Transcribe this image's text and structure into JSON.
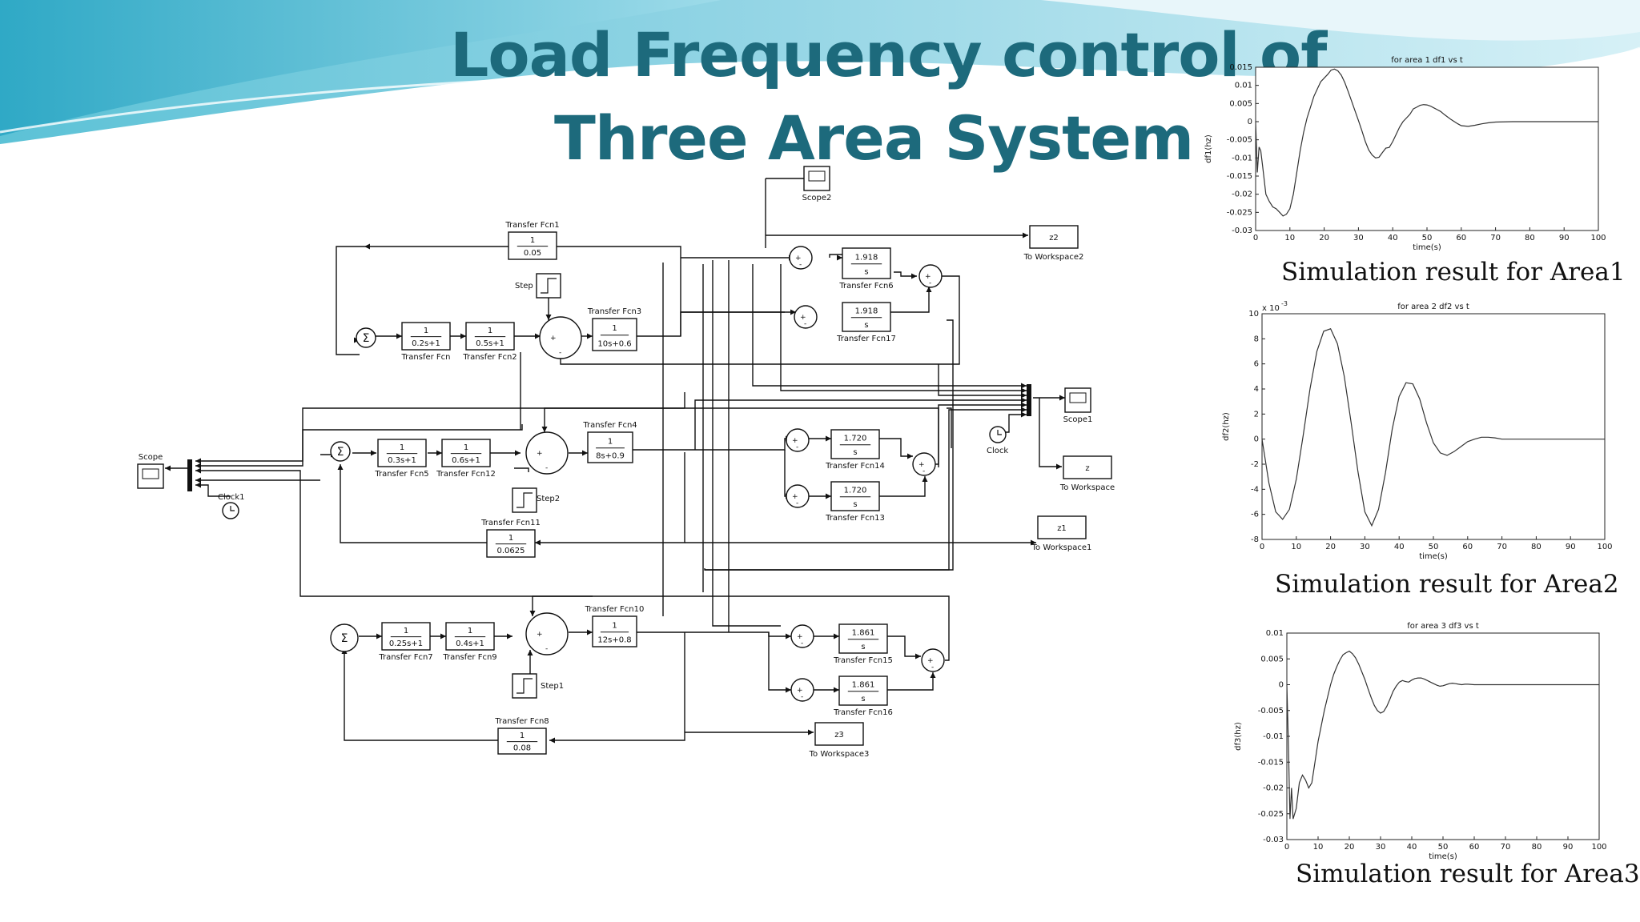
{
  "slide": {
    "title_line1": "Load Frequency control of",
    "title_line2": "Three Area System",
    "accent_color": "#1d6a7c"
  },
  "diagram": {
    "transfer_functions": [
      {
        "id": "tf1",
        "name": "Transfer Fcn1",
        "num": "1",
        "den": "0.05"
      },
      {
        "id": "tf",
        "name": "Transfer Fcn",
        "num": "1",
        "den": "0.2s+1"
      },
      {
        "id": "tf2",
        "name": "Transfer Fcn2",
        "num": "1",
        "den": "0.5s+1"
      },
      {
        "id": "tf3",
        "name": "Transfer Fcn3",
        "num": "1",
        "den": "10s+0.6"
      },
      {
        "id": "tf6",
        "name": "Transfer Fcn6",
        "num": "1.918",
        "den": "s"
      },
      {
        "id": "tf17",
        "name": "Transfer Fcn17",
        "num": "1.918",
        "den": "s"
      },
      {
        "id": "tf5",
        "name": "Transfer Fcn5",
        "num": "1",
        "den": "0.3s+1"
      },
      {
        "id": "tf12",
        "name": "Transfer Fcn12",
        "num": "1",
        "den": "0.6s+1"
      },
      {
        "id": "tf4",
        "name": "Transfer Fcn4",
        "num": "1",
        "den": "8s+0.9"
      },
      {
        "id": "tf14",
        "name": "Transfer Fcn14",
        "num": "1.720",
        "den": "s"
      },
      {
        "id": "tf13",
        "name": "Transfer Fcn13",
        "num": "1.720",
        "den": "s"
      },
      {
        "id": "tf11",
        "name": "Transfer Fcn11",
        "num": "1",
        "den": "0.0625"
      },
      {
        "id": "tf7",
        "name": "Transfer Fcn7",
        "num": "1",
        "den": "0.25s+1"
      },
      {
        "id": "tf9",
        "name": "Transfer Fcn9",
        "num": "1",
        "den": "0.4s+1"
      },
      {
        "id": "tf10",
        "name": "Transfer Fcn10",
        "num": "1",
        "den": "12s+0.8"
      },
      {
        "id": "tf15",
        "name": "Transfer Fcn15",
        "num": "1.861",
        "den": "s"
      },
      {
        "id": "tf16",
        "name": "Transfer Fcn16",
        "num": "1.861",
        "den": "s"
      },
      {
        "id": "tf8",
        "name": "Transfer Fcn8",
        "num": "1",
        "den": "0.08"
      }
    ],
    "workspaces": [
      {
        "id": "ws2",
        "var": "z2",
        "name": "To Workspace2"
      },
      {
        "id": "ws",
        "var": "z",
        "name": "To Workspace"
      },
      {
        "id": "ws1",
        "var": "z1",
        "name": "To Workspace1"
      },
      {
        "id": "ws3",
        "var": "z3",
        "name": "To Workspace3"
      }
    ],
    "scopes": [
      {
        "id": "scope2",
        "name": "Scope2"
      },
      {
        "id": "scope1",
        "name": "Scope1"
      },
      {
        "id": "scope",
        "name": "Scope"
      }
    ],
    "steps": [
      {
        "id": "step",
        "name": "Step"
      },
      {
        "id": "step2",
        "name": "Step2"
      },
      {
        "id": "step1",
        "name": "Step1"
      }
    ],
    "clocks": [
      {
        "id": "clock",
        "name": "Clock"
      },
      {
        "id": "clock1",
        "name": "Clock1"
      }
    ]
  },
  "plots": [
    {
      "id": "p1",
      "caption": "Simulation result for Area1"
    },
    {
      "id": "p2",
      "caption": "Simulation result for Area2"
    },
    {
      "id": "p3",
      "caption": "Simulation result for Area3"
    }
  ],
  "chart_data": [
    {
      "type": "line",
      "title": "for area 1 df1 vs t",
      "xlabel": "time(s)",
      "ylabel": "df1(hz)",
      "xlim": [
        0,
        100
      ],
      "ylim": [
        -0.03,
        0.015
      ],
      "xticks": [
        0,
        10,
        20,
        30,
        40,
        50,
        60,
        70,
        80,
        90,
        100
      ],
      "yticks": [
        0.015,
        0.01,
        0.005,
        0,
        -0.005,
        -0.01,
        -0.015,
        -0.02,
        -0.025,
        -0.03
      ],
      "ytick_labels": [
        "0.015",
        "0.01",
        "0.005",
        "0",
        "-0.005",
        "-0.01",
        "-0.015",
        "-0.02",
        "-0.025",
        "-0.03"
      ],
      "x": [
        0,
        0.5,
        1,
        1.5,
        2,
        3,
        4,
        5,
        6,
        7,
        8,
        9,
        10,
        11,
        12,
        13,
        14,
        15,
        16,
        17,
        18,
        19,
        20,
        21,
        22,
        23,
        24,
        25,
        26,
        27,
        28,
        29,
        30,
        31,
        32,
        33,
        34,
        35,
        36,
        37,
        38,
        39,
        40,
        41,
        42,
        43,
        44,
        45,
        46,
        47,
        48,
        49,
        50,
        51,
        52,
        53,
        54,
        55,
        56,
        57,
        58,
        59,
        60,
        62,
        64,
        66,
        68,
        70,
        75,
        80,
        85,
        90,
        95,
        100
      ],
      "y": [
        0,
        -0.014,
        -0.007,
        -0.008,
        -0.012,
        -0.02,
        -0.022,
        -0.0235,
        -0.024,
        -0.025,
        -0.026,
        -0.0255,
        -0.024,
        -0.02,
        -0.014,
        -0.008,
        -0.003,
        0.001,
        0.004,
        0.007,
        0.009,
        0.011,
        0.012,
        0.013,
        0.0142,
        0.0145,
        0.014,
        0.0128,
        0.0108,
        0.0083,
        0.0057,
        0.003,
        0.0003,
        -0.0025,
        -0.0055,
        -0.0078,
        -0.0092,
        -0.01,
        -0.0098,
        -0.0085,
        -0.0073,
        -0.0071,
        -0.0055,
        -0.0035,
        -0.0015,
        0,
        0.001,
        0.002,
        0.0035,
        0.004,
        0.0045,
        0.0047,
        0.0046,
        0.0043,
        0.0038,
        0.0033,
        0.0028,
        0.002,
        0.0013,
        0.0006,
        0,
        -0.0006,
        -0.0011,
        -0.0013,
        -0.001,
        -0.0006,
        -0.0003,
        -0.0001,
        0,
        0,
        0,
        0,
        0,
        0
      ]
    },
    {
      "type": "line",
      "title": "for area 2 df2 vs t",
      "xlabel": "time(s)",
      "ylabel": "df2(hz)",
      "multiplier": "x 10^-3",
      "xlim": [
        0,
        100
      ],
      "ylim": [
        -8,
        10
      ],
      "xticks": [
        0,
        10,
        20,
        30,
        40,
        50,
        60,
        70,
        80,
        90,
        100
      ],
      "yticks": [
        10,
        8,
        6,
        4,
        2,
        0,
        -2,
        -4,
        -6,
        -8
      ],
      "ytick_labels": [
        "10",
        "8",
        "6",
        "4",
        "2",
        "0",
        "-2",
        "-4",
        "-6",
        "-8"
      ],
      "x": [
        0,
        2,
        4,
        6,
        8,
        10,
        12,
        14,
        16,
        18,
        20,
        22,
        24,
        26,
        28,
        30,
        32,
        34,
        36,
        38,
        40,
        42,
        44,
        46,
        48,
        50,
        52,
        54,
        56,
        58,
        60,
        62,
        64,
        66,
        68,
        70,
        75,
        80,
        85,
        90,
        95,
        100
      ],
      "y": [
        0,
        -3.5,
        -5.8,
        -6.4,
        -5.6,
        -3.2,
        0.3,
        4,
        7,
        8.6,
        8.8,
        7.6,
        5,
        1.3,
        -2.6,
        -5.8,
        -6.9,
        -5.6,
        -2.7,
        0.8,
        3.4,
        4.5,
        4.4,
        3.2,
        1.3,
        -0.3,
        -1.1,
        -1.3,
        -1,
        -0.6,
        -0.2,
        0,
        0.15,
        0.15,
        0.1,
        0,
        0,
        0,
        0,
        0,
        0,
        0
      ]
    },
    {
      "type": "line",
      "title": "for area 3 df3 vs t",
      "xlabel": "time(s)",
      "ylabel": "df3(hz)",
      "xlim": [
        0,
        100
      ],
      "ylim": [
        -0.03,
        0.01
      ],
      "xticks": [
        0,
        10,
        20,
        30,
        40,
        50,
        60,
        70,
        80,
        90,
        100
      ],
      "yticks": [
        0.01,
        0.005,
        0,
        -0.005,
        -0.01,
        -0.015,
        -0.02,
        -0.025,
        -0.03
      ],
      "ytick_labels": [
        "0.01",
        "0.005",
        "0",
        "-0.005",
        "-0.01",
        "-0.015",
        "-0.02",
        "-0.025",
        "-0.03"
      ],
      "x": [
        0,
        0.5,
        1,
        1.5,
        2,
        3,
        4,
        5,
        6,
        7,
        8,
        9,
        10,
        11,
        12,
        13,
        14,
        15,
        16,
        17,
        18,
        19,
        20,
        21,
        22,
        23,
        24,
        25,
        26,
        27,
        28,
        29,
        30,
        31,
        32,
        33,
        34,
        35,
        36,
        37,
        38,
        39,
        40,
        41,
        42,
        43,
        44,
        45,
        46,
        47,
        48,
        49,
        50,
        51,
        52,
        53,
        54,
        55,
        56,
        57,
        58,
        60,
        62,
        64,
        66,
        68,
        70,
        75,
        80,
        85,
        90,
        95,
        100
      ],
      "y": [
        0,
        -0.012,
        -0.026,
        -0.02,
        -0.026,
        -0.024,
        -0.019,
        -0.0175,
        -0.0185,
        -0.02,
        -0.019,
        -0.015,
        -0.011,
        -0.008,
        -0.005,
        -0.0025,
        0,
        0.002,
        0.0035,
        0.0048,
        0.0058,
        0.0062,
        0.0065,
        0.006,
        0.0052,
        0.004,
        0.0025,
        0.001,
        -0.0008,
        -0.0025,
        -0.004,
        -0.005,
        -0.0055,
        -0.0052,
        -0.0042,
        -0.0028,
        -0.0013,
        -0.0003,
        0.0005,
        0.0008,
        0.0006,
        0.0005,
        0.0009,
        0.0012,
        0.0013,
        0.0013,
        0.0011,
        0.0008,
        0.0005,
        0.0002,
        -0.0001,
        -0.0003,
        -0.0002,
        0,
        0.0002,
        0.0003,
        0.0002,
        0.0001,
        0,
        0.0001,
        0.0001,
        0,
        0,
        0,
        0,
        0,
        0,
        0,
        0,
        0,
        0,
        0,
        0
      ]
    }
  ]
}
